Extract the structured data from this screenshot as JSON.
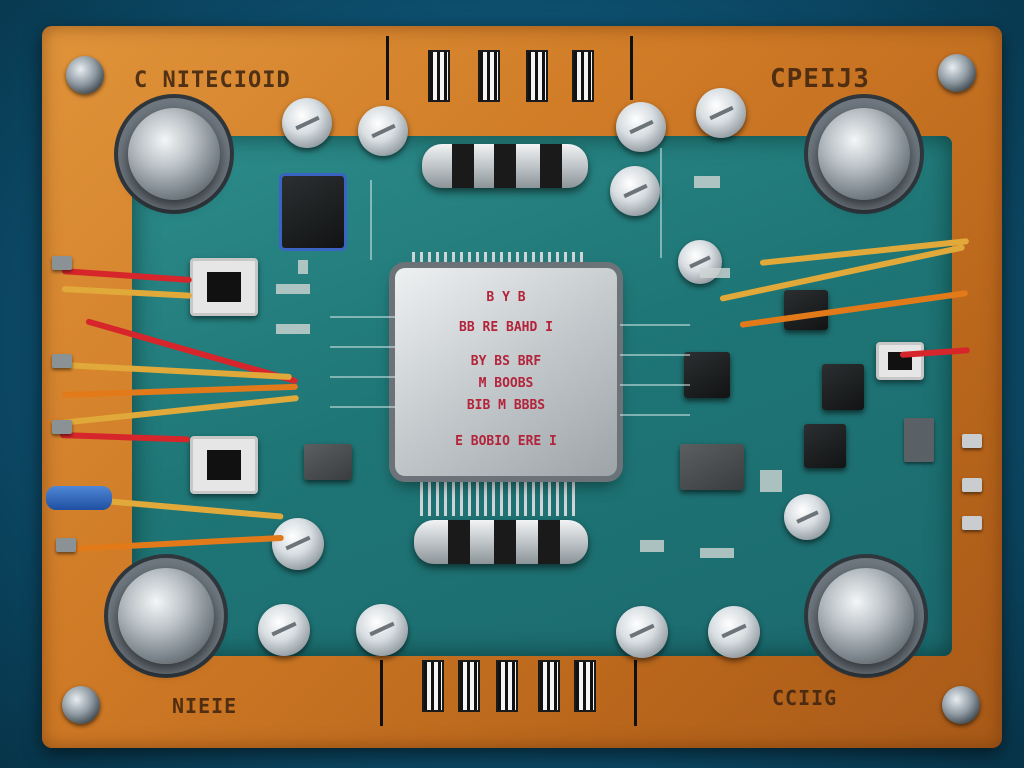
{
  "board": {
    "label_top_left": "C NITECIOID",
    "label_top_right": "CPEIJ3",
    "label_bottom_left": "NIEIE",
    "label_bottom_right": "CCIIG"
  },
  "cpu": {
    "lines": [
      "B Y B",
      "BB RE BAHD I",
      "BY BS BRF",
      "M BOOBS",
      "BIB M BBBS",
      "E BOBIO ERE I"
    ]
  },
  "colors": {
    "board": "#cf7a26",
    "pcb": "#1f7676",
    "background": "#0d4f6e",
    "cpu_text": "#b3233a"
  }
}
